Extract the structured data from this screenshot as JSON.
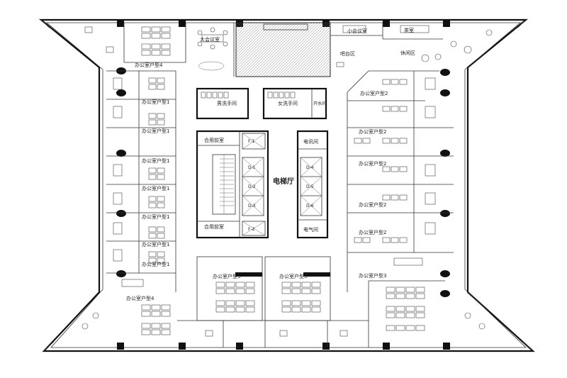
{
  "diagram": {
    "rooms": {
      "large_meeting": "大会议室",
      "small_meeting": "小会议室",
      "tea_room": "茶室",
      "bar_area": "吧台区",
      "lounge": "休闲区",
      "mens_wc": "男洗手间",
      "womens_wc": "女洗手间",
      "water_room": "开水间",
      "elevator_hall": "电梯厅",
      "fire_lobby": "合用前室",
      "telecom_room": "电讯间",
      "electrical_room": "电气间"
    },
    "office_type_1": "办公室户型1",
    "office_type_2": "办公室户型2",
    "office_type_3": "办公室户型3",
    "office_type_4": "办公室户型4",
    "elevators": [
      "D-1",
      "D-2",
      "D-3",
      "D-4",
      "D-5",
      "D-6"
    ],
    "fire_elevators": [
      "F-1",
      "F-2"
    ]
  }
}
